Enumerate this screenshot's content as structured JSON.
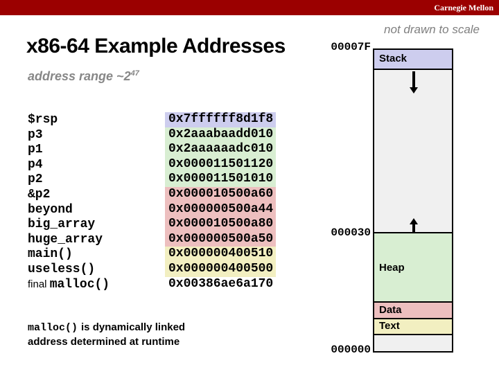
{
  "header": {
    "brand": "Carnegie Mellon"
  },
  "scale_note": "not drawn to scale",
  "title": "x86-64 Example Addresses",
  "subtitle": {
    "text": "address range ~2",
    "exponent": "47"
  },
  "address_table": {
    "rows": [
      {
        "label": "$rsp",
        "address": "0x7ffffff8d1f8",
        "region": "stack"
      },
      {
        "label": "p3",
        "address": "0x2aaabaadd010",
        "region": "heap"
      },
      {
        "label": "p1",
        "address": "0x2aaaaaadc010",
        "region": "heap"
      },
      {
        "label": "p4",
        "address": "0x000011501120",
        "region": "heap"
      },
      {
        "label": "p2",
        "address": "0x000011501010",
        "region": "heap"
      },
      {
        "label": "&p2",
        "address": "0x000010500a60",
        "region": "data"
      },
      {
        "label": "beyond",
        "address": "0x000000500a44",
        "region": "data"
      },
      {
        "label": "big_array",
        "address": "0x000010500a80",
        "region": "data"
      },
      {
        "label": "huge_array",
        "address": "0x000000500a50",
        "region": "data"
      },
      {
        "label": "main()",
        "address": "0x000000400510",
        "region": "text"
      },
      {
        "label": "useless()",
        "address": "0x000000400500",
        "region": "text"
      },
      {
        "label": "malloc()",
        "label_prefix": "final",
        "address": "0x00386ae6a170",
        "region": "none"
      }
    ]
  },
  "memory_map": {
    "top_address": "00007F",
    "mid_address": "000030",
    "bottom_address": "000000",
    "stack_label": "Stack",
    "heap_label": "Heap",
    "data_label": "Data",
    "text_label": "Text"
  },
  "footnote": {
    "code": "malloc()",
    "line1_rest": "is dynamically linked",
    "line2": "address determined at runtime"
  },
  "colors": {
    "brand_bar": "#9B0000",
    "stack": "#CDCDEE",
    "heap": "#D8EED2",
    "data": "#EDBFBF",
    "text": "#F2EFC1",
    "unused": "#F0F0F0"
  }
}
